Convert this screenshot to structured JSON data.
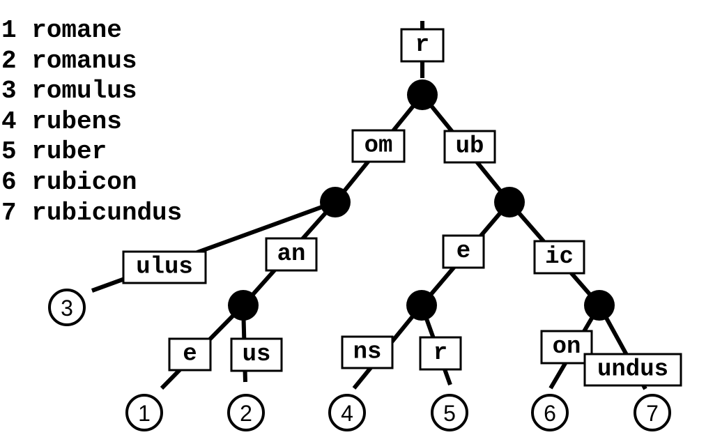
{
  "word_list": [
    {
      "num": "1",
      "word": "romane"
    },
    {
      "num": "2",
      "word": "romanus"
    },
    {
      "num": "3",
      "word": "romulus"
    },
    {
      "num": "4",
      "word": "rubens"
    },
    {
      "num": "5",
      "word": "ruber"
    },
    {
      "num": "6",
      "word": "rubicon"
    },
    {
      "num": "7",
      "word": "rubicundus"
    }
  ],
  "tree": {
    "edge_labels": {
      "root": "r",
      "om": "om",
      "ub": "ub",
      "ulus": "ulus",
      "an": "an",
      "e_left": "e",
      "us": "us",
      "e_right": "e",
      "ic": "ic",
      "ns": "ns",
      "r_leaf": "r",
      "on": "on",
      "undus": "undus"
    },
    "leaves": {
      "leaf1": "1",
      "leaf2": "2",
      "leaf3": "3",
      "leaf4": "4",
      "leaf5": "5",
      "leaf6": "6",
      "leaf7": "7"
    }
  }
}
